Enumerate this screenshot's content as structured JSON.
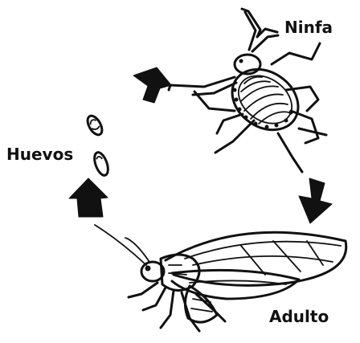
{
  "diagram": {
    "stages": {
      "nymph": "Ninfa",
      "eggs": "Huevos",
      "adult": "Adulto"
    },
    "colors": {
      "ink": "#111111",
      "background": "#ffffff"
    }
  }
}
